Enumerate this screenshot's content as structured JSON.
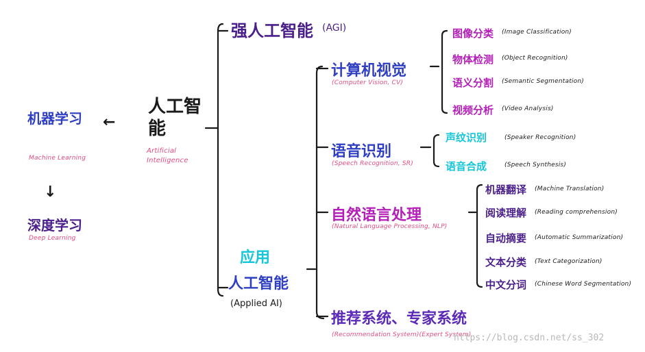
{
  "colors": {
    "ink": "#1a1a1a",
    "blue": "#2f3fc4",
    "purple": "#5b2bb8",
    "pink": "#e34b7c",
    "magenta": "#b41fb8",
    "cyan": "#14c6d8",
    "deep_purple": "#4a1f8a"
  },
  "root": {
    "zh": "人工智能",
    "en": "Artificial Intelligence"
  },
  "ml": {
    "zh": "机器学习",
    "en": "Machine Learning",
    "arrow": "←"
  },
  "dl": {
    "zh": "深度学习",
    "en": "Deep Learning",
    "arrow": "↓"
  },
  "strong_ai": {
    "zh": "强人工智能",
    "en": "(AGI)"
  },
  "applied_ai": {
    "zh_line1": "应用",
    "zh_line2": "人工智能",
    "en": "(Applied AI)"
  },
  "branches": {
    "cv": {
      "zh": "计算机视觉",
      "en": "(Computer Vision, CV)",
      "items": [
        {
          "zh": "图像分类",
          "en": "(Image Classification)"
        },
        {
          "zh": "物体检测",
          "en": "(Object Recognition)"
        },
        {
          "zh": "语义分割",
          "en": "(Semantic Segmentation)"
        },
        {
          "zh": "视频分析",
          "en": "(Video Analysis)"
        }
      ]
    },
    "sr": {
      "zh": "语音识别",
      "en": "(Speech Recognition, SR)",
      "items": [
        {
          "zh": "声纹识别",
          "en": "(Speaker Recognition)"
        },
        {
          "zh": "语音合成",
          "en": "(Speech Synthesis)"
        }
      ]
    },
    "nlp": {
      "zh": "自然语言处理",
      "en": "(Natural Language Processing, NLP)",
      "items": [
        {
          "zh": "机器翻译",
          "en": "(Machine Translation)"
        },
        {
          "zh": "阅读理解",
          "en": "(Reading comprehension)"
        },
        {
          "zh": "自动摘要",
          "en": "(Automatic Summarization)"
        },
        {
          "zh": "文本分类",
          "en": "(Text Categorization)"
        },
        {
          "zh": "中文分词",
          "en": "(Chinese Word Segmentation)"
        }
      ]
    },
    "rec": {
      "zh": "推荐系统、专家系统",
      "en": "(Recommendation System)(Expert System)"
    }
  },
  "watermark": "https://blog.csdn.net/ss_302"
}
